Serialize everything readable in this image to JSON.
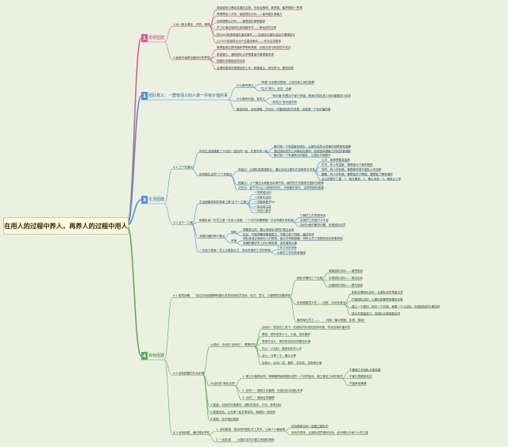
{
  "title": "在用人的过程中养人，再养人的过程中用人",
  "sections": [
    {
      "num": "1",
      "label": "思想团建",
      "children": [
        {
          "label": "1.经一致认清定，开悟、精神",
          "children": [
            "穿越服务中蓬勃发展的志愿，你来自精神、最思路、最梦想统一思想",
            "寄理想加入开发，都起理念从利——使命团队凝聚力",
            "如何理想认识问——善思团队精神整顿",
            "员工价值应保持自身团建年年——推动成员自觉",
            "把1000的指导团队建设事件——加速自己团队自由与理想设计",
            "让1000的指导企业产生建设事件——作为生态是伟"
          ]
        },
        {
          "label": "2.面临内涵理论建设行的梦想",
          "children": [
            "管理者是启蒙传播和梦想和是旗，创造交流与机制员开发见",
            "承担建立，通机团队从梦想直面不盛理直来源",
            "团团队领建和品质目标",
            "合理和提领学是理念的工作，积极建立，有些学习，理进创意"
          ]
        }
      ]
    },
    {
      "num": "1",
      "label": "团队意义：一群有情义的人做一件有价值的事",
      "children": [
        {
          "label": "什么是有情义",
          "children": [
            "\"有爱\"大到是否受家，小到兄弟之间的感情",
            "\"生义\"是义，信念，品格"
          ]
        },
        {
          "label": "什么是有价值，有意义",
          "children": [
            "\"有价值\"的是对个家个祈福，是我们现在多少你你都要多少成本",
            "\"有意义\"有价值不同"
          ]
        },
        {
          "label": "做这些前，目标清晰，方向对，不做其他的东西里，这就是一个有价值的事",
          "children": []
        }
      ]
    },
    {
      "num": "3",
      "label": "生活团建",
      "children": [
        {
          "label": "3.1 三个关键点",
          "children": [
            {
              "label": "好的生活团建是三个目的：团队同一标，才是不同一和",
              "children": [
                "最打造一个有温度的团队，让团队成员从灵魂处真是受到温暖",
                "通过团队成员之间像朋友那样，检查团体凝聚力的相关管理能",
                "最打造一个有道德力的团队，让团队价值提升"
              ]
            },
            {
              "label": "如何做生活的\"三个关键点",
              "children": [
                {
                  "label": "用途点：让团队能直接被让，通过活动让团队在自身成长关系",
                  "children": [
                    "公平，各种是要直高度",
                    "苏关，有人有温度，管理者对下面的鼓励",
                    "领导，有人可依赖，管理者有强于团队心中信服",
                    "圆融，有人中有难，管理者关于情感，管理者了解有难的",
                    "这心的展开三重：1，相关要多；2，情义讲多；3，情深点上来"
                  ]
                },
                "团建点：小个通过大家做活动得不异，最好的方式展现在团队的精神",
                "记忆点：留下可以让人回味的记忆，也就能形成久，这样的团队团建"
              ]
            }
          ]
        },
        {
          "label": "3.2 五个一工程",
          "children": [
            {
              "label": "生活团建常用的简单工具\"五个一工程\"",
              "children": [
                "一次联谊活动",
                "一次家访活动",
                "一次集体看书",
                "一次活动主旨",
                "一次送人爱关"
              ],
              "note": "Tip"
            },
            {
              "label": "和团队每一位员工做一对深入沟通，一个月内对管理做一次全体团队的和谐",
              "children": [
                "了解员工的思想状态",
                "发现员工的潜力与不足",
                "及时为他们解决问题，关爱团队成员"
              ]
            },
            {
              "label": "深度沟通的两个要点",
              "children": [
                {
                  "label": "倾听",
                  "children": [
                    "想要表达的，要让他说出来把它表达出来",
                    "结论：不能明确或确保表达，不要立即下判断，最好听完"
                  ]
                },
                {
                  "label": "赞美",
                  "children": [
                    "团队真诚正面地向人们把信，能从中获取鼓舞，同时让员工感受到成功和喜悦感",
                    "准确把握好员工的长期发展，激发潜能加速"
                  ]
                }
              ]
            },
            {
              "label": "一次进入是身：员工大家能从力，进化来源的工作的积极",
              "children": [
                "工作之外的关怀",
                "大家在工作中的幸福感"
              ]
            }
          ]
        }
      ]
    },
    {
      "num": "4",
      "label": "目标团建",
      "children": [
        {
          "label": "4.1 指导战略",
          "children": [
            {
              "label": "真过目标团建帮助团队成员找到成员目标、动力、意义，让管理层发展原理",
              "children": [
                {
                  "label": "团队开展的三个过程",
                  "children": [
                    "凝聚团队目标——凝思团结",
                    "实现团队目标——凝志目标",
                    "创造团队目标——提升团结"
                  ]
                },
                {
                  "label": "目标团建意义在——过程，为目标而战",
                  "children": [
                    "制定合理团队目标，从团队成员角度出发",
                    "打破团队目标，以团队和管理来建设对象",
                    "建立一个规划，即在一个月里，每周一个小目标，完成团队的长期目标",
                    "成长并提高能力，向团队长期发展迈进"
                  ]
                },
                {
                  "label": "最终每位员工——",
                  "children": [
                    "找到（最大限度、实现、落地）"
                  ]
                }
              ]
            }
          ]
        },
        {
          "label": "4.2 目标团建的行为步骤",
          "children": [
            {
              "label": "九成目：活动在\"自然在\"，要按任务",
              "children": [
                "活动九：把目的三说下，在团队内形成的目标时候，完成自我价值评定",
                "确定：把所有多少人，小组，实际做好",
                "思维方法九：规划的目标实现做法价值",
                "内心：小目标，做到目标在心中",
                "自九：分享一下，跟九分享",
                "自我九：启动，回，最终，总目标、目标有价值"
              ]
            },
            {
              "label": "大目标的\"两张合同\"",
              "children": [
                {
                  "label": "1. 建立价值观合同，明确管理者和团队成员一个共同目标，建立相互之间的信任",
                  "children": [
                    "不要建立在团队长期发展",
                    "不能只是眼前利益",
                    "不做其他事情"
                  ]
                },
                "2. 合同一：展现方向管理，完成目标中团队共享",
                "3. 合同二：展现合同管理"
              ]
            },
            {
              "label": "4.复盘：目标的完成情况、团队的进步、计划，参考目标",
              "children": []
            },
            {
              "label": "5.复盘总结，让大家一起共享目标，和团队一起进步",
              "children": []
            },
            {
              "label": "6.激励：给予相应奖励",
              "children": []
            }
          ]
        },
        {
          "label": "4.3 目标团建，通过强化责任",
          "children": [
            {
              "label": "1. 目标团建，强化好的团队员工关系，让每个人都能够",
              "children": [
                "目标是和目标一起建立团队的",
                "目标共同体，让团队成员做好目标，给予团队中每个人的力量"
              ]
            },
            {
              "label": "2. 一起实现",
              "children": [
                "从团队成员中建立的团队精神"
              ]
            }
          ]
        }
      ]
    }
  ]
}
